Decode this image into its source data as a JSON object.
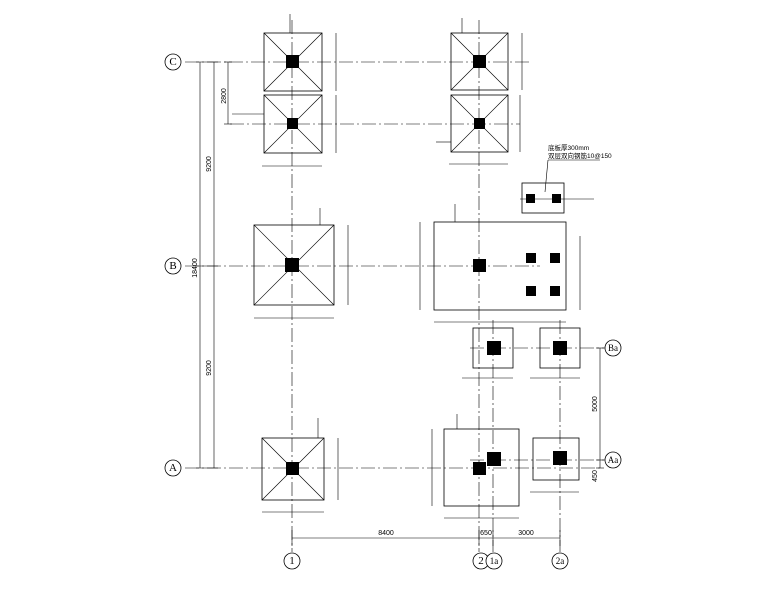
{
  "grid": {
    "rows": [
      "C",
      "B",
      "A"
    ],
    "cols": [
      "1",
      "2",
      "1a",
      "2a"
    ],
    "sub_rows": [
      "Ba",
      "Aa"
    ]
  },
  "dimensions": {
    "c_offset": "2800",
    "cb": "9200",
    "ba": "9200",
    "total": "18400",
    "col_12": "8400",
    "col_2_1a": "650",
    "col_1a_2a": "3000",
    "ba_aa": "5000",
    "aa_offset": "450"
  },
  "note": {
    "line1": "底板厚300mm",
    "line2": "双层双向钢筋10@150"
  }
}
